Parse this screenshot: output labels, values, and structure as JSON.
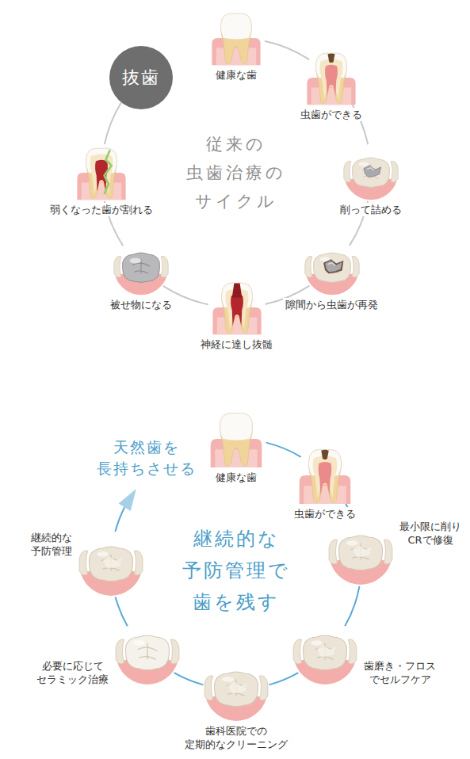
{
  "diagram": {
    "nodes": [
      {
        "text": [
          "健康な歯"
        ]
      },
      {
        "text": [
          "虫歯ができる"
        ]
      },
      {
        "text": [
          "削って詰める"
        ]
      },
      {
        "text": [
          "隙間から虫歯が再発"
        ]
      },
      {
        "text": [
          "神経に達し抜髄"
        ]
      },
      {
        "text": [
          "被せ物になる"
        ]
      },
      {
        "text": [
          "弱くなった歯が割れる"
        ]
      },
      {
        "text": [
          "抜歯"
        ]
      },
      {
        "text": [
          "健康な歯"
        ]
      },
      {
        "text": [
          "虫歯ができる"
        ]
      },
      {
        "text": [
          "最小限に削り CRで修復"
        ]
      },
      {
        "text": [
          "歯磨き・フロス でセルフケア"
        ]
      },
      {
        "text": [
          "歯科医院での 定期的なクリーニング"
        ]
      },
      {
        "text": [
          "必要に応じて セラミック治療"
        ]
      },
      {
        "text": [
          "継続的な 予防管理"
        ]
      }
    ],
    "edges": [
      {
        "from": 0,
        "to": 1,
        "arrow": "none"
      },
      {
        "from": 1,
        "to": 2,
        "arrow": "none"
      },
      {
        "from": 2,
        "to": 3,
        "arrow": "none"
      },
      {
        "from": 3,
        "to": 4,
        "arrow": "none"
      },
      {
        "from": 4,
        "to": 5,
        "arrow": "none"
      },
      {
        "from": 5,
        "to": 6,
        "arrow": "none"
      },
      {
        "from": 6,
        "to": 7,
        "arrow": "none"
      },
      {
        "from": 8,
        "to": 9,
        "arrow": "none"
      },
      {
        "from": 9,
        "to": 10,
        "arrow": "none"
      },
      {
        "from": 10,
        "to": 11,
        "arrow": "none"
      },
      {
        "from": 11,
        "to": 12,
        "arrow": "none"
      },
      {
        "from": 12,
        "to": 13,
        "arrow": "none"
      },
      {
        "from": 13,
        "to": 14,
        "arrow": "none"
      }
    ],
    "labels": [
      "従来の 虫歯治療の サイクル",
      "天然歯を 長持ちさせる",
      "継続的な 予防管理で 歯を残す"
    ]
  }
}
